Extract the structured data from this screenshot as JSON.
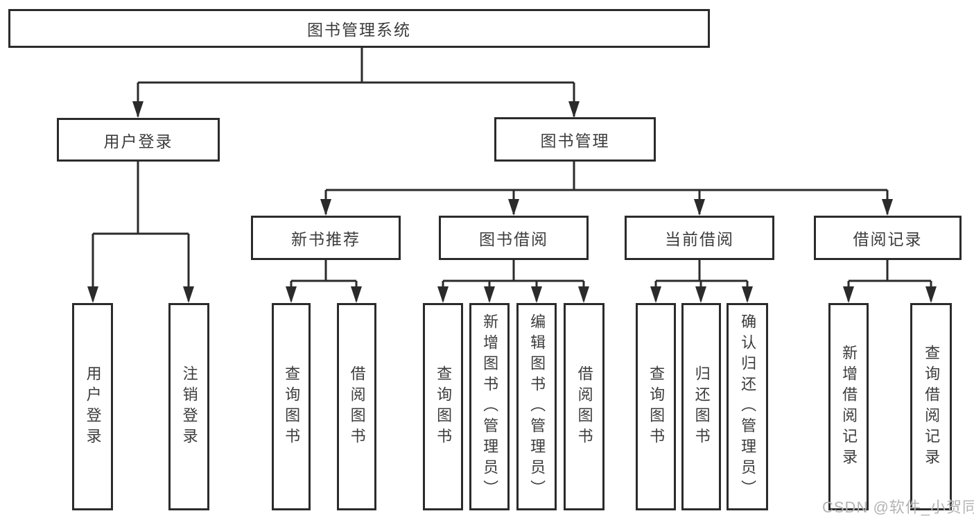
{
  "diagram_type": "hierarchy-tree",
  "tree": {
    "label": "图书管理系统",
    "children": [
      {
        "label": "用户登录",
        "children": [
          {
            "label": "用户登录"
          },
          {
            "label": "注销登录"
          }
        ]
      },
      {
        "label": "图书管理",
        "children": [
          {
            "label": "新书推荐",
            "children": [
              {
                "label": "查询图书"
              },
              {
                "label": "借阅图书"
              }
            ]
          },
          {
            "label": "图书借阅",
            "children": [
              {
                "label": "查询图书"
              },
              {
                "label": "新增图书（管理员）"
              },
              {
                "label": "编辑图书（管理员）"
              },
              {
                "label": "借阅图书"
              }
            ]
          },
          {
            "label": "当前借阅",
            "children": [
              {
                "label": "查询图书"
              },
              {
                "label": "归还图书"
              },
              {
                "label": "确认归还（管理员）"
              }
            ]
          },
          {
            "label": "借阅记录",
            "children": [
              {
                "label": "新增借阅记录"
              },
              {
                "label": "查询借阅记录"
              }
            ]
          }
        ]
      }
    ]
  },
  "watermark": {
    "text": "CSDN @软件_小贺同学"
  },
  "colors": {
    "line": "#2b2b2b",
    "text": "#3c3c3c",
    "background": "#ffffff",
    "watermark": "#b3b3b3"
  }
}
